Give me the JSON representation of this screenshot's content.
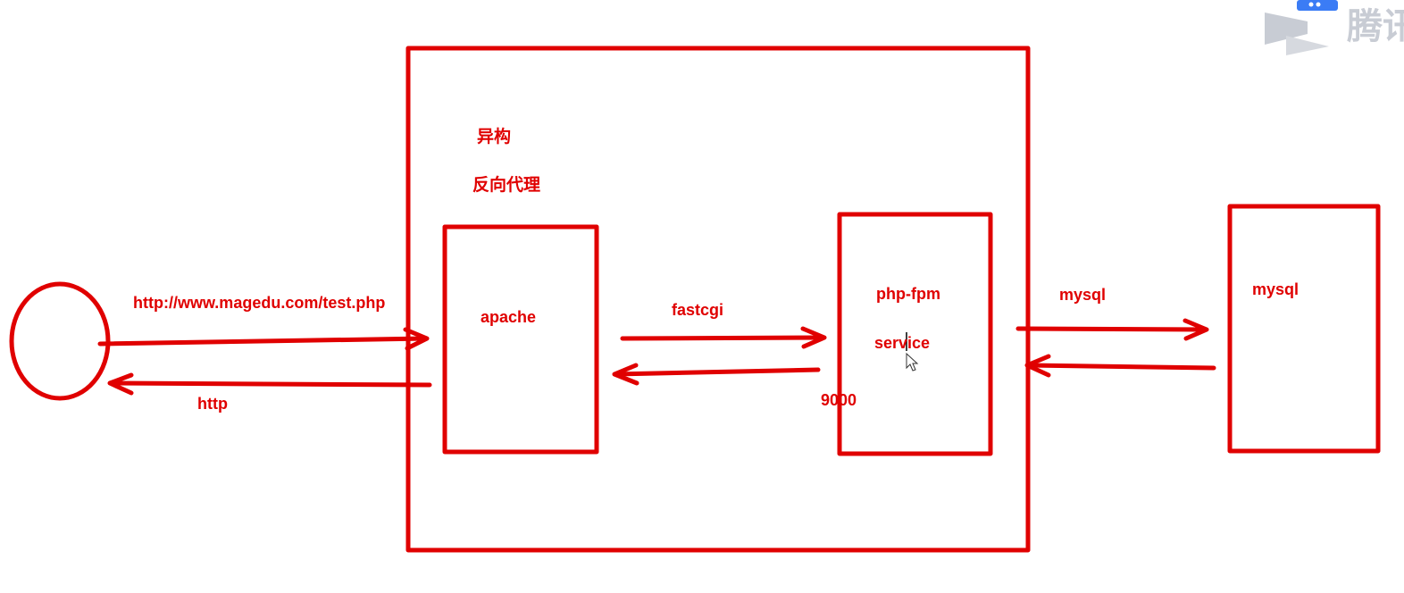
{
  "colors": {
    "stroke": "#e00000",
    "watermark": "#c8ccd4",
    "watermark_accent": "#3b7cf5"
  },
  "labels": {
    "heterogeneous": "异构",
    "reverse_proxy": "反向代理",
    "url": "http://www.magedu.com/test.php",
    "http": "http",
    "apache": "apache",
    "fastcgi": "fastcgi",
    "port": "9000",
    "php_fpm": "php-fpm",
    "service": "service",
    "mysql_link": "mysql",
    "mysql_box": "mysql"
  },
  "watermark": {
    "text": "腾讯",
    "icon": "play-logo-icon"
  },
  "cursor": {
    "icon": "mouse-pointer-icon"
  }
}
